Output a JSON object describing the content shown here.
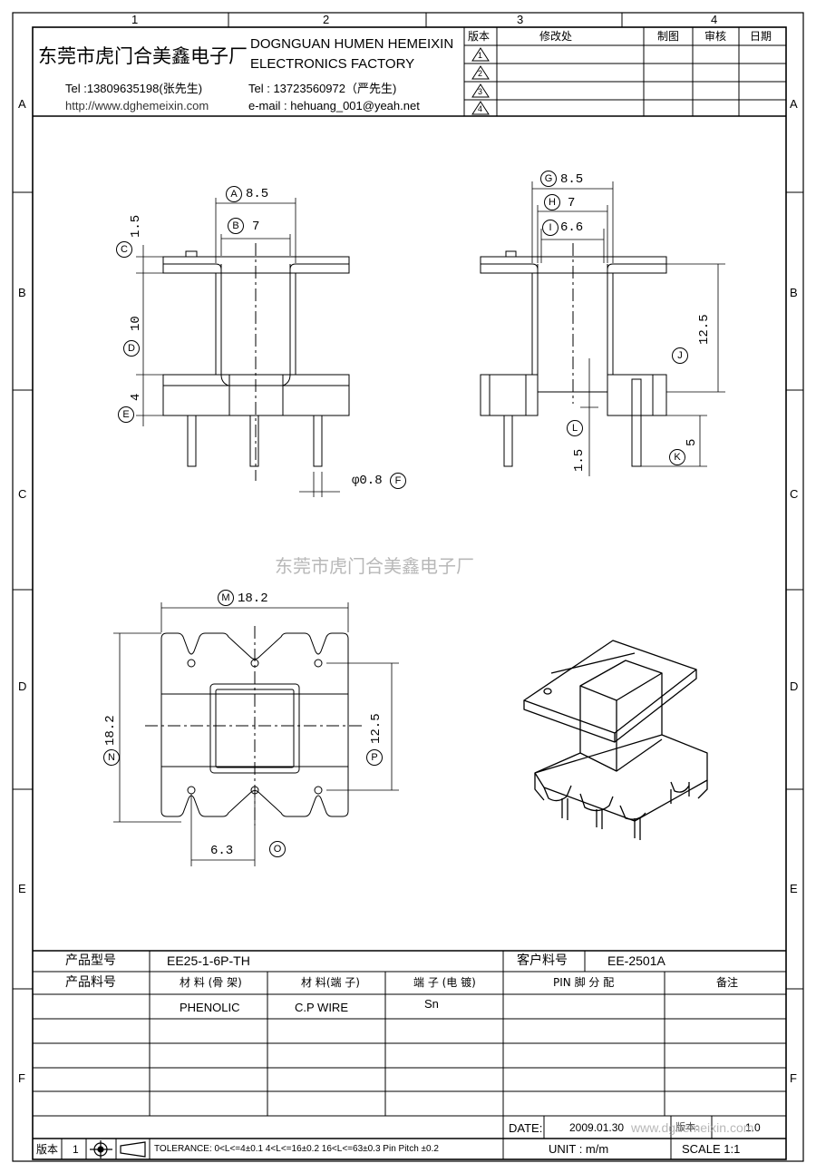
{
  "zones": {
    "cols": [
      "1",
      "2",
      "3",
      "4"
    ],
    "rows": [
      "A",
      "B",
      "C",
      "D",
      "E",
      "F"
    ]
  },
  "header": {
    "company_cn": "东莞市虎门合美鑫电子厂",
    "company_en_1": "DOGNGUAN HUMEN HEMEIXIN",
    "company_en_2": "ELECTRONICS FACTORY",
    "tel_1": "Tel :13809635198(张先生)",
    "tel_2": "Tel : 13723560972（严先生)",
    "website": "http://www.dghemeixin.com",
    "email": "e-mail : hehuang_001@yeah.net"
  },
  "revision_table": {
    "headers": [
      "版本",
      "修改处",
      "制图",
      "审核",
      "日期"
    ],
    "revisions": [
      "1",
      "2",
      "3",
      "4"
    ]
  },
  "dimensions": {
    "A": "A",
    "A_val": "8.5",
    "B": "B",
    "B_val": "7",
    "C": "C",
    "C_val": "1.5",
    "D": "D",
    "D_val": "10",
    "E": "E",
    "E_val": "4",
    "F": "F",
    "F_val": "φ0.8",
    "G": "G",
    "G_val": "8.5",
    "H": "H",
    "H_val": "7",
    "I": "I",
    "I_val": "6.6",
    "J": "J",
    "J_val": "12.5",
    "K": "K",
    "K_val": "5",
    "L": "L",
    "L_val": "1.5",
    "M": "M",
    "M_val": "18.2",
    "N": "N",
    "N_val": "18.2",
    "O": "O",
    "O_val": "6.3",
    "P": "P",
    "P_val": "12.5"
  },
  "watermark": "东莞市虎门合美鑫电子厂",
  "title_block": {
    "product_model_label": "产品型号",
    "product_model": "EE25-1-6P-TH",
    "customer_no_label": "客户料号",
    "customer_no": "EE-2501A",
    "product_no_label": "产品料号",
    "material_bobbin_label": "材 料 (骨 架)",
    "material_pin_label": "材 料(端 子)",
    "plating_label": "端 子 (电 镀)",
    "pin_label": "PIN 脚 分 配",
    "remark_label": "备注",
    "material_bobbin": "PHENOLIC",
    "material_pin": "C.P WIRE",
    "plating": "Sn",
    "date_label": "DATE:",
    "date": "2009.01.30",
    "version_label": "版本",
    "version": "1",
    "tolerance": "TOLERANCE:  0<L<=4±0.1  4<L<=16±0.2  16<L<=63±0.3  Pin Pitch  ±0.2",
    "unit": "UNIT : m/m",
    "scale": "SCALE   1:1",
    "corner_note": "版本:",
    "corner_value": "1.0",
    "url_overlay": "www.dghemeixin.com"
  }
}
